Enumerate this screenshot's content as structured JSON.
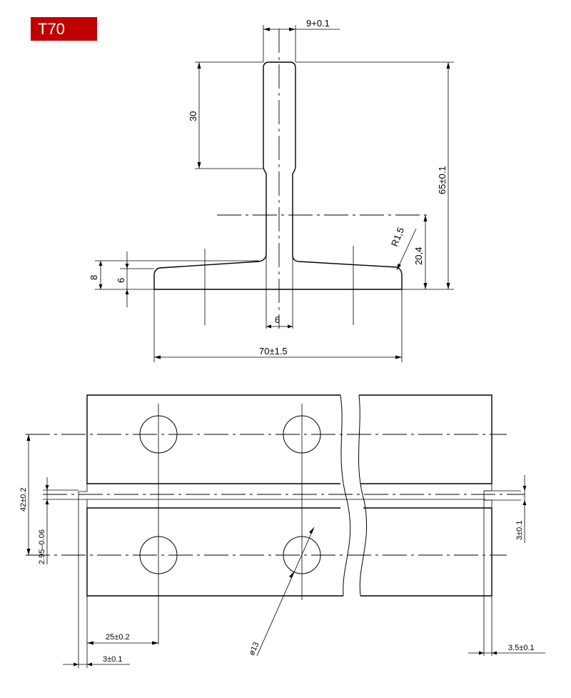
{
  "title": "T70",
  "colors": {
    "badge": "#c00000",
    "line": "#000000"
  },
  "top_view": {
    "dims": {
      "head_width": "9+0.1",
      "head_length": "30",
      "total_height": "65±0.1",
      "radius": "R1,5",
      "foot_height_right": "20,4",
      "foot_thickness_outer": "8",
      "foot_thickness_inner": "6",
      "web_width": "6",
      "foot_width": "70±1.5"
    }
  },
  "bottom_view": {
    "dims": {
      "hole_spacing_v": "42±0.2",
      "offset": "2.95–0.06",
      "tongue_depth": "3±0.1",
      "hole_edge": "25±0.2",
      "tongue_left": "3±0.1",
      "hole_dia": "ø13",
      "tongue_right": "3.5±0.1"
    }
  }
}
